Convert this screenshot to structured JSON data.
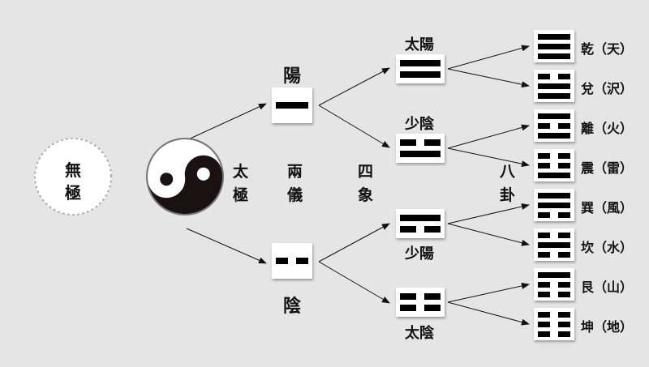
{
  "wuji": {
    "chars": [
      "無",
      "極"
    ]
  },
  "taiji": {
    "chars": [
      "太",
      "極"
    ]
  },
  "stage_labels": [
    {
      "chars": [
        "兩",
        "儀"
      ]
    },
    {
      "chars": [
        "四",
        "象"
      ]
    },
    {
      "chars": [
        "八",
        "卦"
      ]
    }
  ],
  "yiyi": [
    {
      "name": "陽",
      "lines": [
        1
      ]
    },
    {
      "name": "陰",
      "lines": [
        0
      ]
    }
  ],
  "sixiang": [
    {
      "name": "太陽",
      "lines": [
        1,
        1
      ]
    },
    {
      "name": "少陰",
      "lines": [
        0,
        1
      ]
    },
    {
      "name": "少陽",
      "lines": [
        1,
        0
      ]
    },
    {
      "name": "太陰",
      "lines": [
        0,
        0
      ]
    }
  ],
  "bagua": [
    {
      "name": "乾（天）",
      "lines": [
        1,
        1,
        1
      ]
    },
    {
      "name": "兌（沢）",
      "lines": [
        0,
        1,
        1
      ]
    },
    {
      "name": "離（火）",
      "lines": [
        1,
        0,
        1
      ]
    },
    {
      "name": "震（雷）",
      "lines": [
        0,
        0,
        1
      ]
    },
    {
      "name": "巽（風）",
      "lines": [
        1,
        1,
        0
      ]
    },
    {
      "name": "坎（水）",
      "lines": [
        0,
        1,
        0
      ]
    },
    {
      "name": "艮（山）",
      "lines": [
        1,
        0,
        0
      ]
    },
    {
      "name": "坤（地）",
      "lines": [
        0,
        0,
        0
      ]
    }
  ]
}
